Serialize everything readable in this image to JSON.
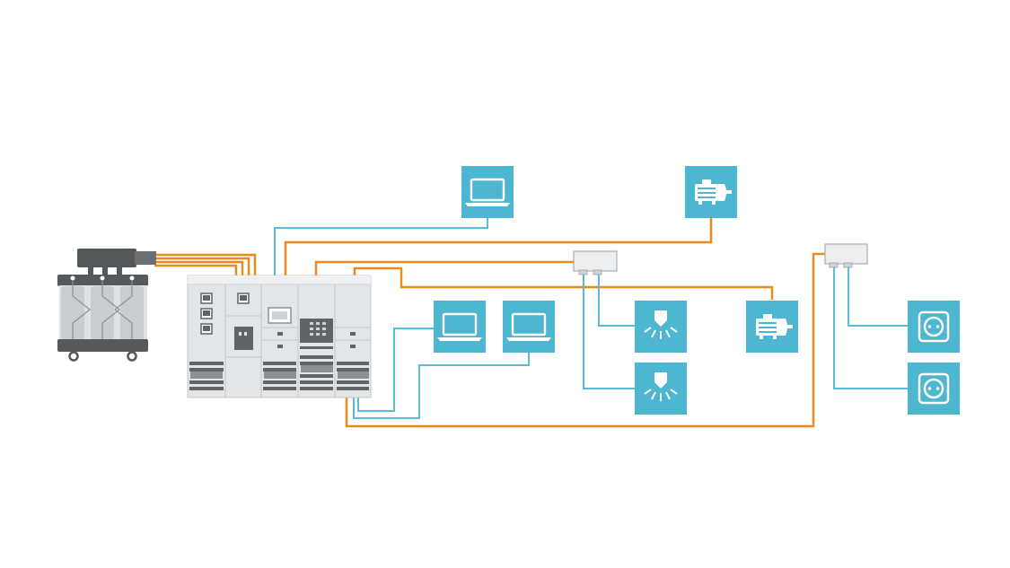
{
  "colors": {
    "background": "#ffffff",
    "power_line": "#ec8a1c",
    "data_line": "#5bbbd6",
    "device_tile": "#4db6d1",
    "icon_white": "#ffffff",
    "switchboard_light": "#e3e6e8",
    "switchboard_mid": "#cfd3d6",
    "switchboard_dark": "#5f6466",
    "transformer_dark": "#54595c",
    "transformer_coil": "#c9cdd0",
    "junction_box": "#eceeef"
  },
  "nodes": {
    "transformer": {
      "icon": "transformer-icon"
    },
    "switchboard": {
      "icon": "switchgear-icon"
    },
    "junction_box_1": {
      "icon": "junction-box-icon"
    },
    "junction_box_2": {
      "icon": "junction-box-icon"
    },
    "devices": [
      {
        "id": "monitor-top",
        "icon": "monitor-icon"
      },
      {
        "id": "motor-top",
        "icon": "motor-icon"
      },
      {
        "id": "monitor-mid-1",
        "icon": "monitor-icon"
      },
      {
        "id": "monitor-mid-2",
        "icon": "monitor-icon"
      },
      {
        "id": "light-1",
        "icon": "light-icon"
      },
      {
        "id": "light-2",
        "icon": "light-icon"
      },
      {
        "id": "motor-mid",
        "icon": "motor-icon"
      },
      {
        "id": "socket-1",
        "icon": "socket-icon"
      },
      {
        "id": "socket-2",
        "icon": "socket-icon"
      }
    ]
  },
  "connections": [
    {
      "from": "transformer",
      "to": "switchboard",
      "kind": "power"
    },
    {
      "from": "switchboard",
      "to": "monitor-top",
      "kind": "data"
    },
    {
      "from": "switchboard",
      "to": "motor-top",
      "kind": "power"
    },
    {
      "from": "switchboard",
      "to": "junction_box_1",
      "kind": "power"
    },
    {
      "from": "switchboard",
      "to": "motor-mid",
      "kind": "power"
    },
    {
      "from": "switchboard",
      "to": "monitor-mid-1",
      "kind": "data"
    },
    {
      "from": "switchboard",
      "to": "monitor-mid-2",
      "kind": "data"
    },
    {
      "from": "switchboard",
      "to": "junction_box_2",
      "kind": "power"
    },
    {
      "from": "junction_box_1",
      "to": "light-1",
      "kind": "data"
    },
    {
      "from": "junction_box_1",
      "to": "light-2",
      "kind": "data"
    },
    {
      "from": "junction_box_2",
      "to": "socket-1",
      "kind": "data"
    },
    {
      "from": "junction_box_2",
      "to": "socket-2",
      "kind": "data"
    }
  ]
}
